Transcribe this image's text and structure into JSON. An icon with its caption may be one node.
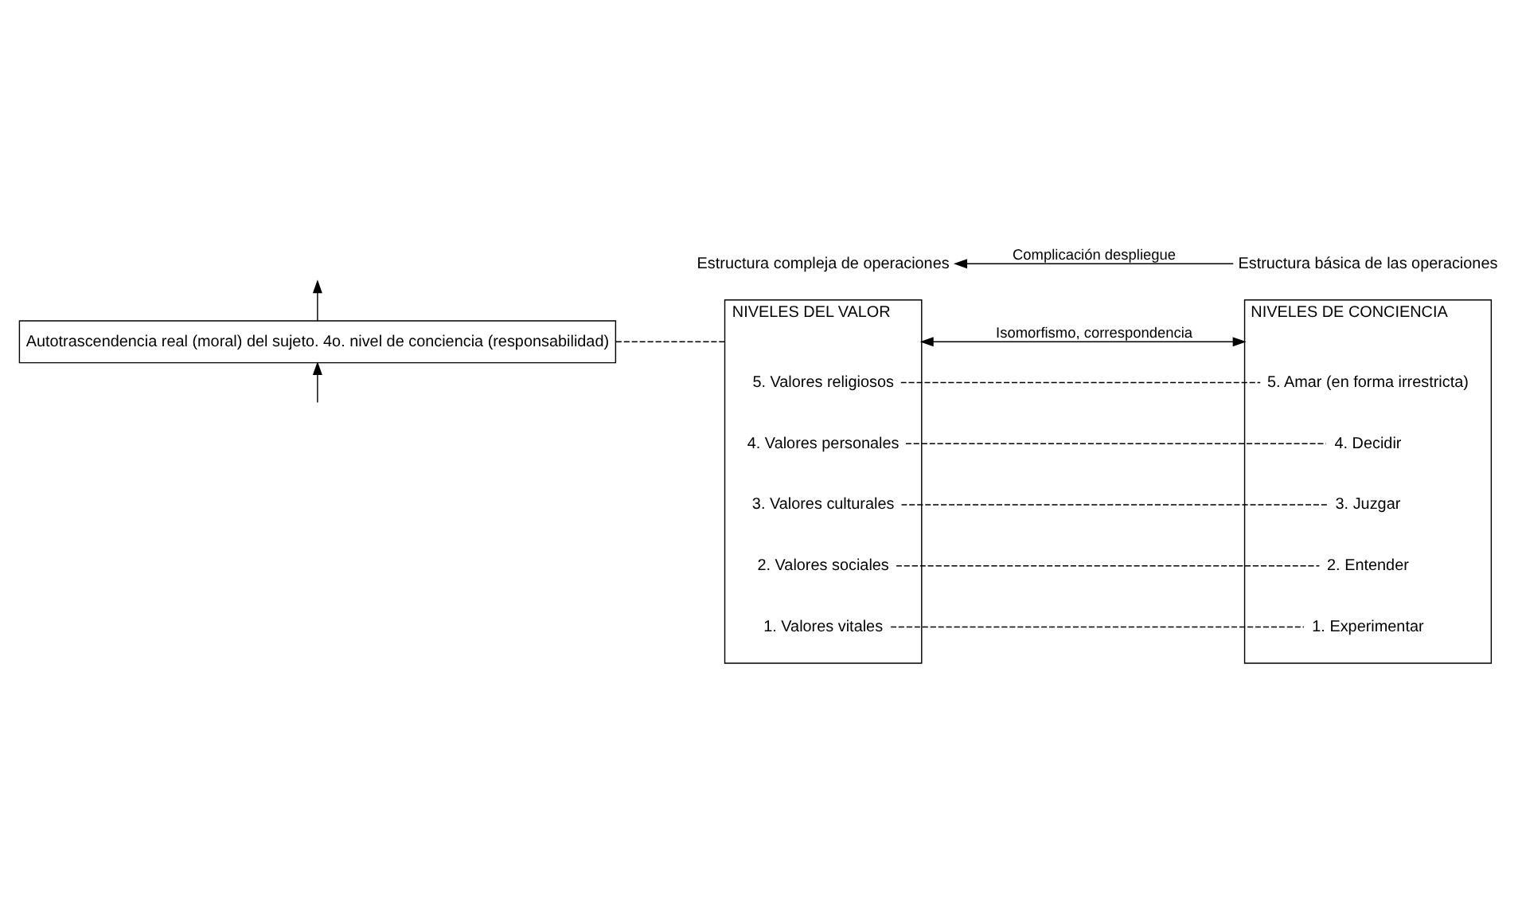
{
  "diagram": {
    "nodes": [
      {
        "text": [
          "Autotrascendencia real (moral) del sujeto. 4o. nivel de conciencia (responsabilidad)"
        ]
      },
      {
        "text": [
          "NIVELES DEL VALOR"
        ]
      },
      {
        "text": [
          "5. Valores religiosos"
        ],
        "in": 1
      },
      {
        "text": [
          "4. Valores personales"
        ],
        "in": 1
      },
      {
        "text": [
          "3. Valores culturales"
        ],
        "in": 1
      },
      {
        "text": [
          "2. Valores sociales"
        ],
        "in": 1
      },
      {
        "text": [
          "1. Valores vitales"
        ],
        "in": 1
      },
      {
        "text": [
          "NIVELES DE CONCIENCIA"
        ]
      },
      {
        "text": [
          "5. Amar (en forma irrestricta)"
        ],
        "in": 7
      },
      {
        "text": [
          "4. Decidir"
        ],
        "in": 7
      },
      {
        "text": [
          "3. Juzgar"
        ],
        "in": 7
      },
      {
        "text": [
          "2. Entender"
        ],
        "in": 7
      },
      {
        "text": [
          "1. Experimentar"
        ],
        "in": 7
      },
      {
        "text": [
          "Estructura compleja de operaciones"
        ]
      },
      {
        "text": [
          "Estructura básica de las operaciones"
        ]
      }
    ],
    "edges": [
      {
        "from": 0,
        "to": null,
        "arrow": "to"
      },
      {
        "from": null,
        "to": 0,
        "arrow": "to"
      },
      {
        "from": 0,
        "to": 1,
        "arrow": "none",
        "style": "dashed"
      },
      {
        "from": 1,
        "to": 7,
        "arrow": "both",
        "label": "Isomorfismo, correspondencia"
      },
      {
        "from": 2,
        "to": 8,
        "arrow": "none",
        "style": "dashed"
      },
      {
        "from": 3,
        "to": 9,
        "arrow": "none",
        "style": "dashed"
      },
      {
        "from": 4,
        "to": 10,
        "arrow": "none",
        "style": "dashed"
      },
      {
        "from": 5,
        "to": 11,
        "arrow": "none",
        "style": "dashed"
      },
      {
        "from": 6,
        "to": 12,
        "arrow": "none",
        "style": "dashed"
      },
      {
        "from": 14,
        "to": 13,
        "arrow": "to",
        "label": "Complicación despliegue"
      }
    ]
  }
}
